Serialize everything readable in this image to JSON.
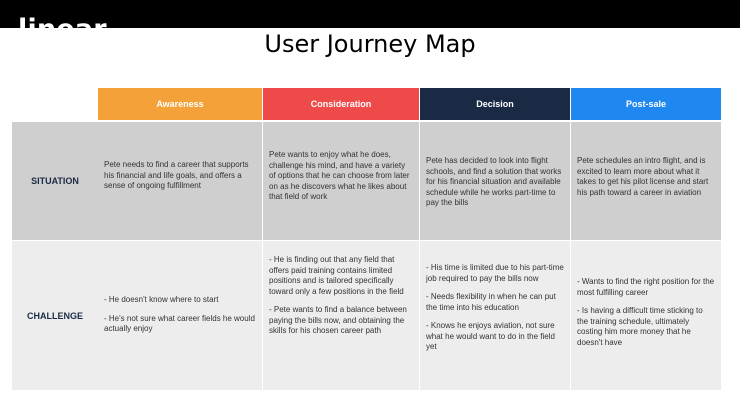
{
  "header": {
    "logo": "linear",
    "title": "User Journey Map"
  },
  "stages": [
    {
      "label": "Awareness",
      "color": "#f4a13a"
    },
    {
      "label": "Consideration",
      "color": "#ef4a4a"
    },
    {
      "label": "Decision",
      "color": "#1b2a44"
    },
    {
      "label": "Post-sale",
      "color": "#1e88f0"
    }
  ],
  "rows": {
    "situation_label": "SITUATION",
    "challenge_label": "CHALLENGE"
  },
  "situation": [
    "Pete needs to find a career that supports his financial and life goals, and offers a sense of ongoing fulfillment",
    "Pete wants to enjoy what he does, challenge his mind, and have a variety of options that he can choose from later on as he discovers what he likes about that field of work",
    "Pete has decided to look into flight schools, and find a solution that works for his financial situation and available schedule while he works part-time to pay the bills",
    "Pete schedules an intro flight, and is excited to learn more about what it takes to get his pilot license and start his path toward a career in aviation"
  ],
  "challenge": [
    [
      "- He doesn't know where to start",
      "- He's not sure what career fields he would actually enjoy"
    ],
    [
      "- He is finding out that any field that offers paid training contains limited positions and is tailored specifically toward only a few positions in the field",
      "- Pete wants to find a balance between paying the bills now, and obtaining the skills for his chosen career path"
    ],
    [
      "- His time is limited due to his part-time job required to pay the bills now",
      "- Needs flexibility in when he can put the time into his education",
      "- Knows he enjoys aviation, not sure what he would want to do in the field yet"
    ],
    [
      "- Wants to find the right position for the most fulfilling career",
      "- Is having a difficult time sticking to the training schedule, ultimately costing him more money that he doesn't have"
    ]
  ]
}
